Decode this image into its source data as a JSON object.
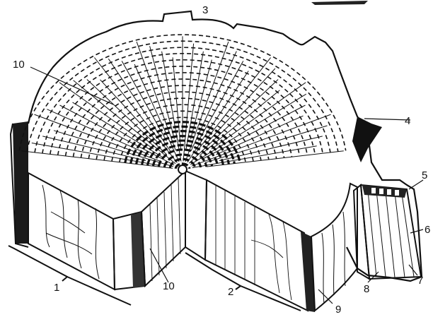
{
  "labels": {
    "l1": "1",
    "l2": "2",
    "l3": "3",
    "l4": "4",
    "l5": "5",
    "l6": "6",
    "l7": "7",
    "l8": "8",
    "l9": "9",
    "l10a": "10",
    "l10b": "10"
  },
  "colors": {
    "ink": "#111111",
    "paper": "#ffffff"
  }
}
